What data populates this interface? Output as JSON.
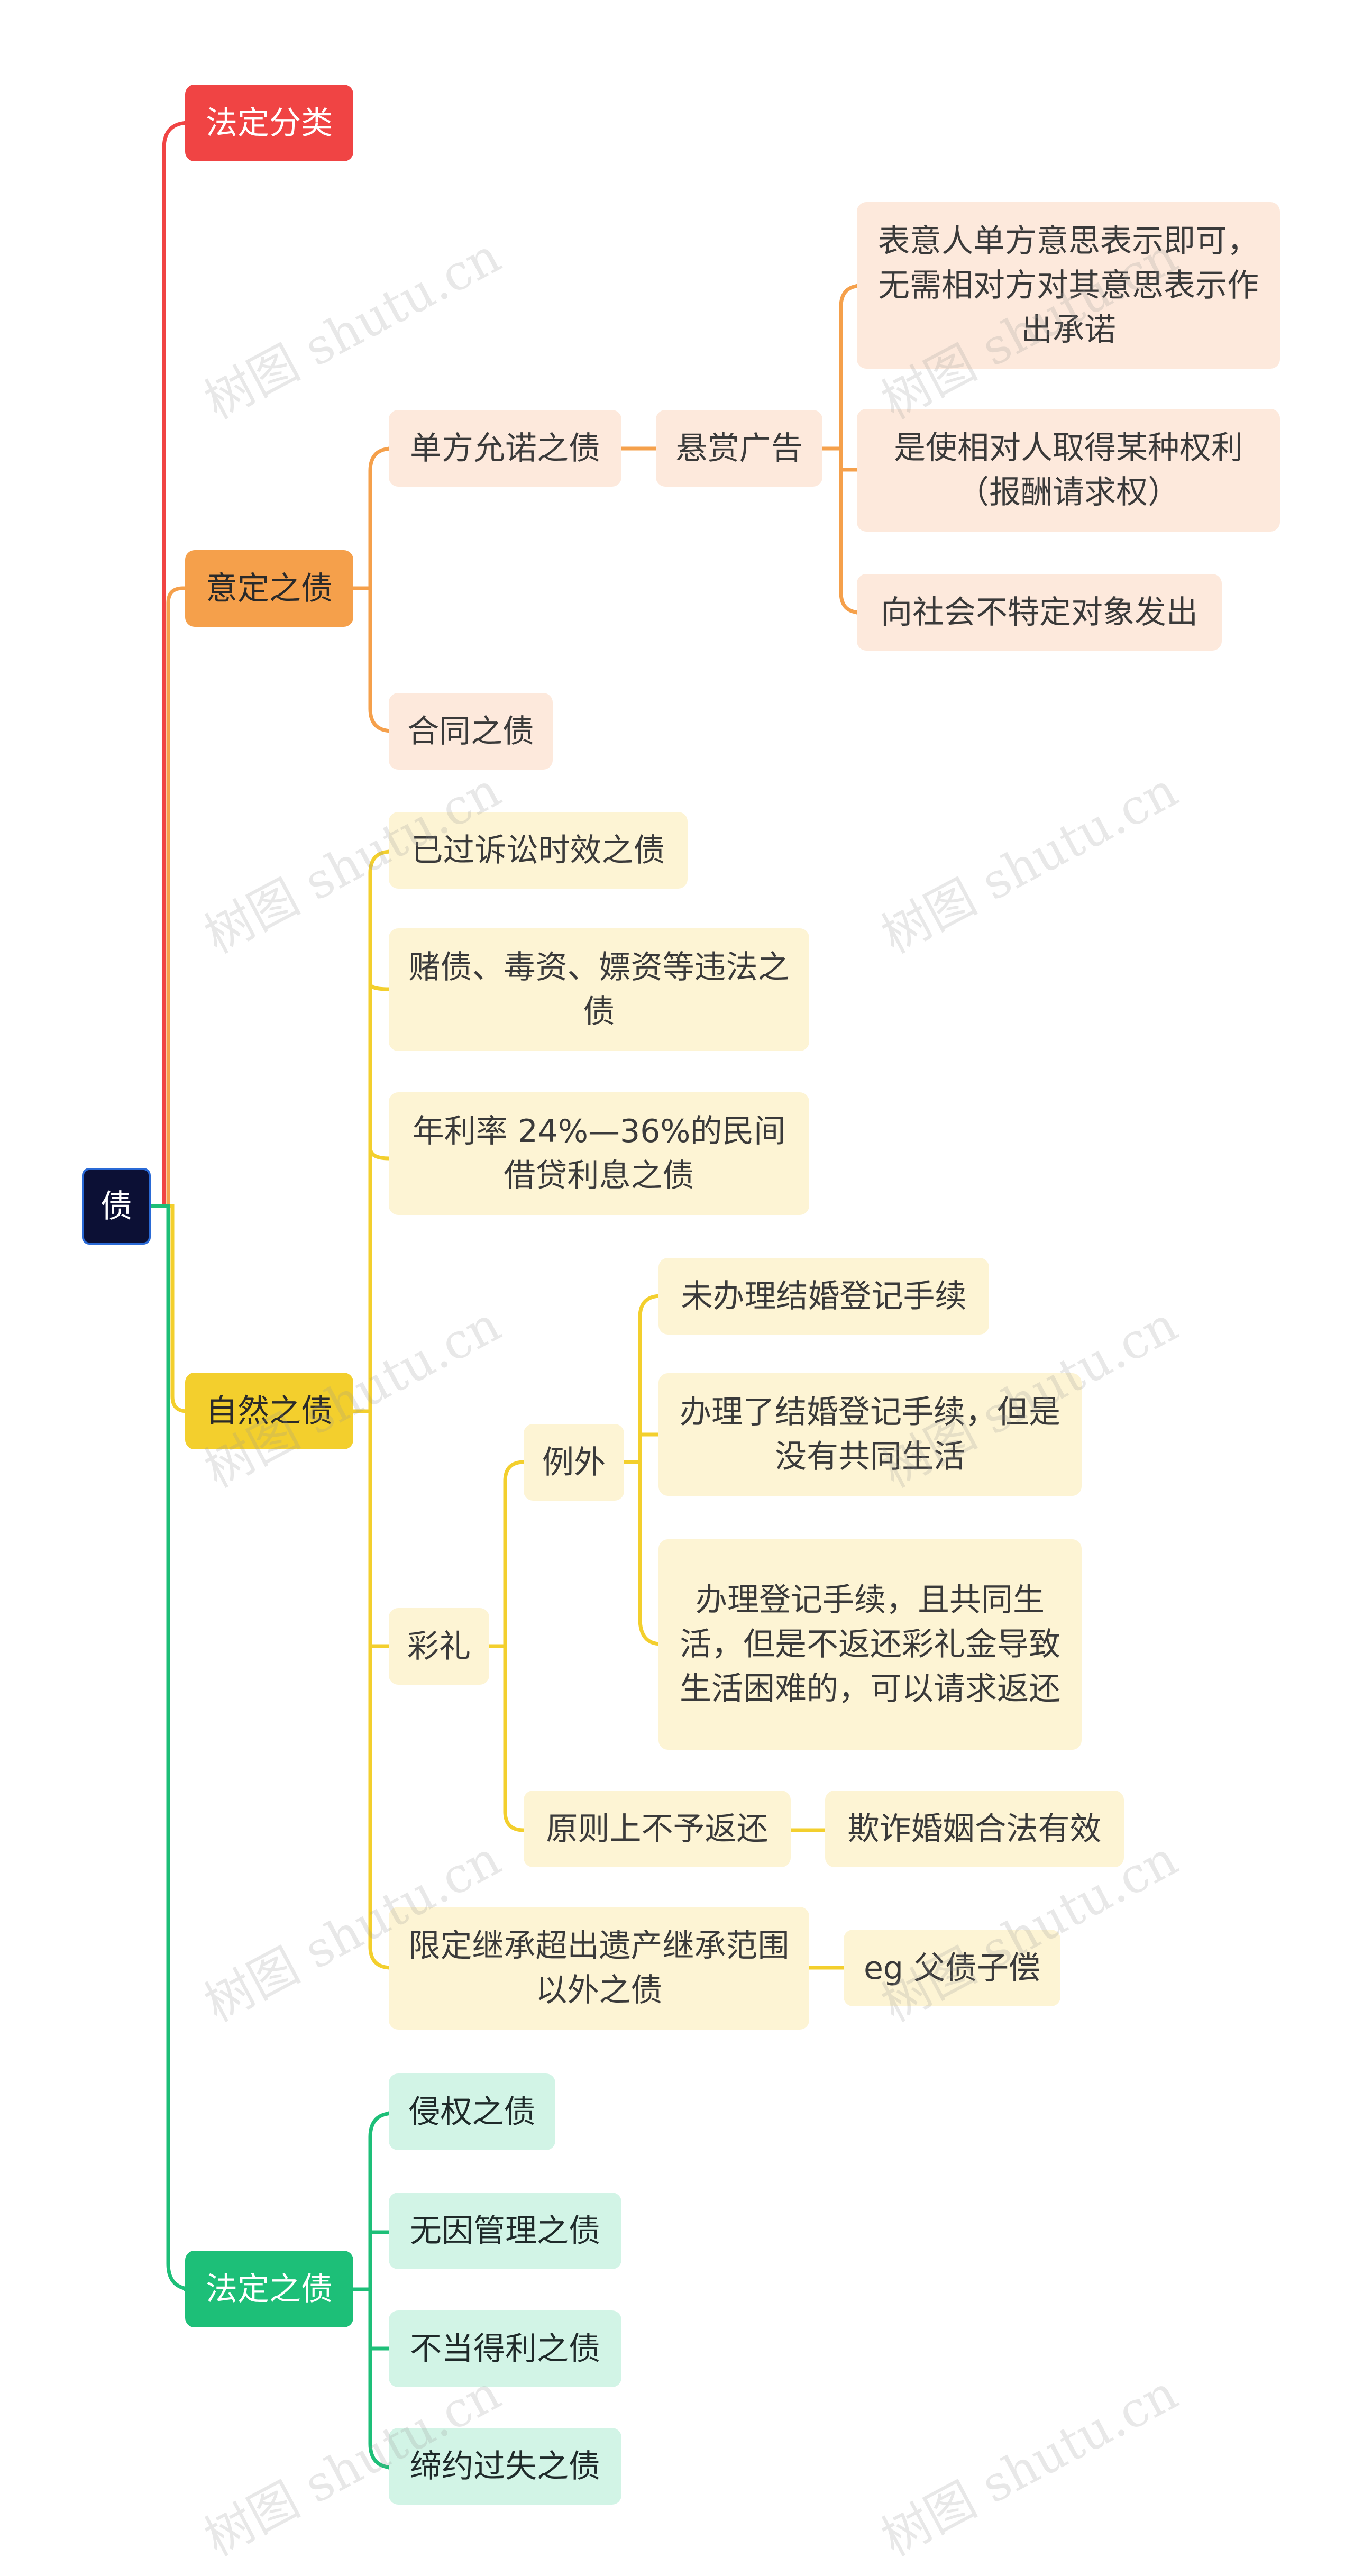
{
  "root": "债",
  "colors": {
    "red": "#f04444",
    "orange": "#f5a04b",
    "yellow": "#f3cf2d",
    "green": "#1dbf78"
  },
  "branches": {
    "legal_class": "法定分类",
    "intended": {
      "label": "意定之债",
      "unilateral": "单方允诺之债",
      "reward": "悬赏广告",
      "reward_points": [
        "表意人单方意思表示即可，无需相对方对其意思表示作出承诺",
        "是使相对人取得某种权利（报酬请求权）",
        "向社会不特定对象发出"
      ],
      "contract": "合同之债"
    },
    "natural": {
      "label": "自然之债",
      "items": [
        "已过诉讼时效之债",
        "赌债、毒资、嫖资等违法之债",
        "年利率 24%—36%的民间借贷利息之债"
      ],
      "bride_price": "彩礼",
      "exception": "例外",
      "exception_items": [
        "未办理结婚登记手续",
        "办理了结婚登记手续，但是没有共同生活",
        "办理登记手续，且共同生活，但是不返还彩礼金导致生活困难的，可以请求返还"
      ],
      "principle": "原则上不予返还",
      "principle_detail": "欺诈婚姻合法有效",
      "limited_inherit": "限定继承超出遗产继承范围以外之债",
      "limited_example": "eg 父债子偿"
    },
    "statutory": {
      "label": "法定之债",
      "items": [
        "侵权之债",
        "无因管理之债",
        "不当得利之债",
        "缔约过失之债"
      ]
    }
  },
  "watermark": "树图 shutu.cn"
}
